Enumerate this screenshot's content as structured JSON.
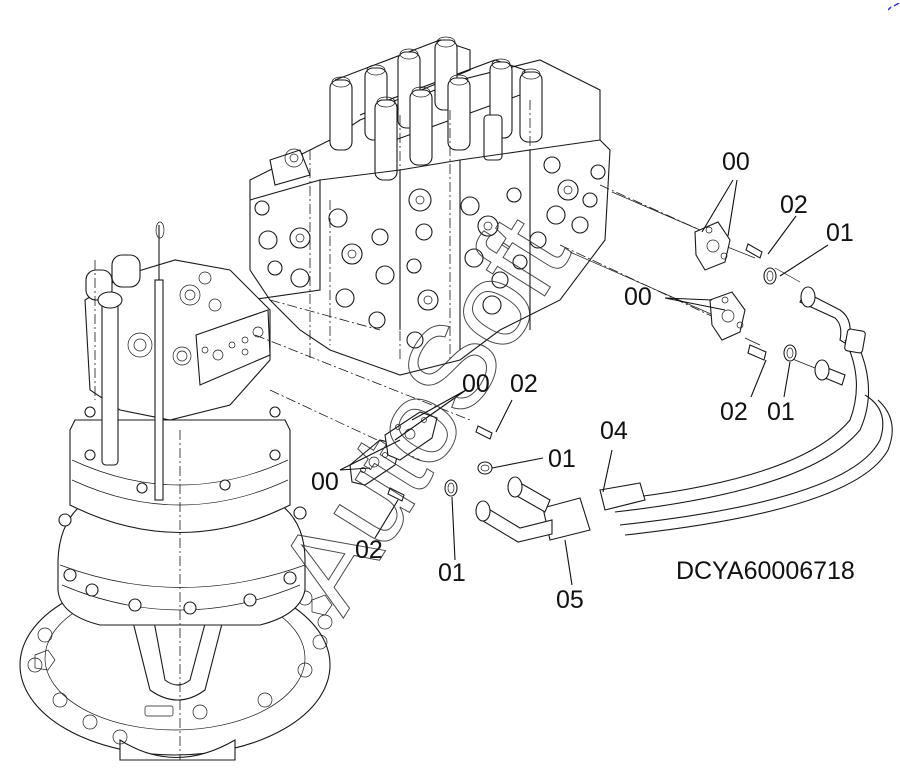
{
  "drawing": {
    "drawing_code": "DCYA60006718",
    "watermark_text": "AutoSoft",
    "components": [
      "control-valve",
      "swing-motor",
      "hose-assembly"
    ]
  },
  "callouts": [
    {
      "id": "c1",
      "label": "00"
    },
    {
      "id": "c2",
      "label": "02"
    },
    {
      "id": "c3",
      "label": "01"
    },
    {
      "id": "c4",
      "label": "00"
    },
    {
      "id": "c5",
      "label": "02"
    },
    {
      "id": "c6",
      "label": "01"
    },
    {
      "id": "c7",
      "label": "00"
    },
    {
      "id": "c8",
      "label": "02"
    },
    {
      "id": "c9",
      "label": "01"
    },
    {
      "id": "c10",
      "label": "04"
    },
    {
      "id": "c11",
      "label": "00"
    },
    {
      "id": "c12",
      "label": "02"
    },
    {
      "id": "c13",
      "label": "01"
    },
    {
      "id": "c14",
      "label": "05"
    }
  ],
  "colors": {
    "line": "#1a1a1a",
    "background": "#ffffff",
    "corner_mark": "#3b3bd6"
  }
}
